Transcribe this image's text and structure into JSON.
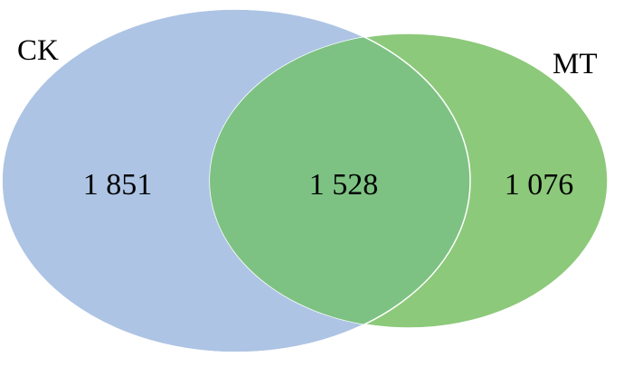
{
  "sets": [
    {
      "label": "CK",
      "color": "#adc4e4",
      "edge_color": "#ffffff"
    },
    {
      "label": "MT",
      "color": "#8cc97a",
      "edge_color": "#ffffff"
    }
  ],
  "overlap_color": "#7dc283",
  "regions": {
    "ck_only": "1 851",
    "shared": "1 528",
    "mt_only": "1 076"
  }
}
